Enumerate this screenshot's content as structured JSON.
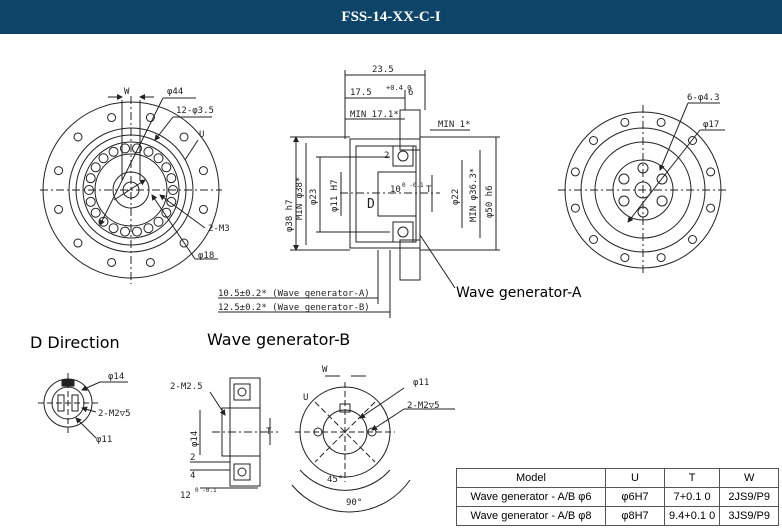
{
  "header": {
    "title": "FSS-14-XX-C-I",
    "bg_color": "#0d4468"
  },
  "front_view": {
    "w": "W",
    "d44": "φ44",
    "holes": "12-φ3.5",
    "u": "U",
    "m3": "2-M3",
    "d18": "φ18"
  },
  "side_view": {
    "d23_5": "23.5",
    "d17_5": "17.5",
    "d17_5_tol": "+0.4\n0",
    "d17_5_star": "*",
    "d6": "6",
    "min17": "MIN 17.1*",
    "min1": "MIN 1*",
    "d2": "2",
    "d38h7": "φ38 h7",
    "min38": "MIN φ38*",
    "d23": "φ23",
    "d11h7": "φ11 H7",
    "d10": "10",
    "d10_tol": "0\n-0.1",
    "t": "T",
    "d_dir": "D",
    "d22": "φ22",
    "min36": "MIN φ36.3*",
    "d50h6": "φ50 h6",
    "len_a": "10.5±0.2* (Wave generator-A)",
    "len_b": "12.5±0.2* (Wave generator-B)",
    "wg_a": "Wave generator-A"
  },
  "rear_view": {
    "holes": "6-φ4.3",
    "d17": "φ17"
  },
  "d_direction": {
    "title": "D Direction",
    "d14": "φ14",
    "m2": "2-M2▽5",
    "d11": "φ11"
  },
  "wg_b": {
    "title": "Wave generator-B",
    "m25": "2-M2.5",
    "d14": "φ14",
    "t": "T",
    "d2": "2",
    "d4": "4",
    "d12": "12",
    "d12_tol": "0\n-0.1",
    "w": "W",
    "u": "U",
    "d11": "φ11",
    "m2": "2-M2▽5",
    "a45": "45°",
    "a90": "90°"
  },
  "spec_table": {
    "headers": [
      "Model",
      "U",
      "T",
      "W"
    ],
    "rows": [
      [
        "Wave generator - A/B φ6",
        "φ6H7",
        "7+0.1 0",
        "2JS9/P9"
      ],
      [
        "Wave generator - A/B φ8",
        "φ8H7",
        "9.4+0.1 0",
        "3JS9/P9"
      ]
    ]
  }
}
